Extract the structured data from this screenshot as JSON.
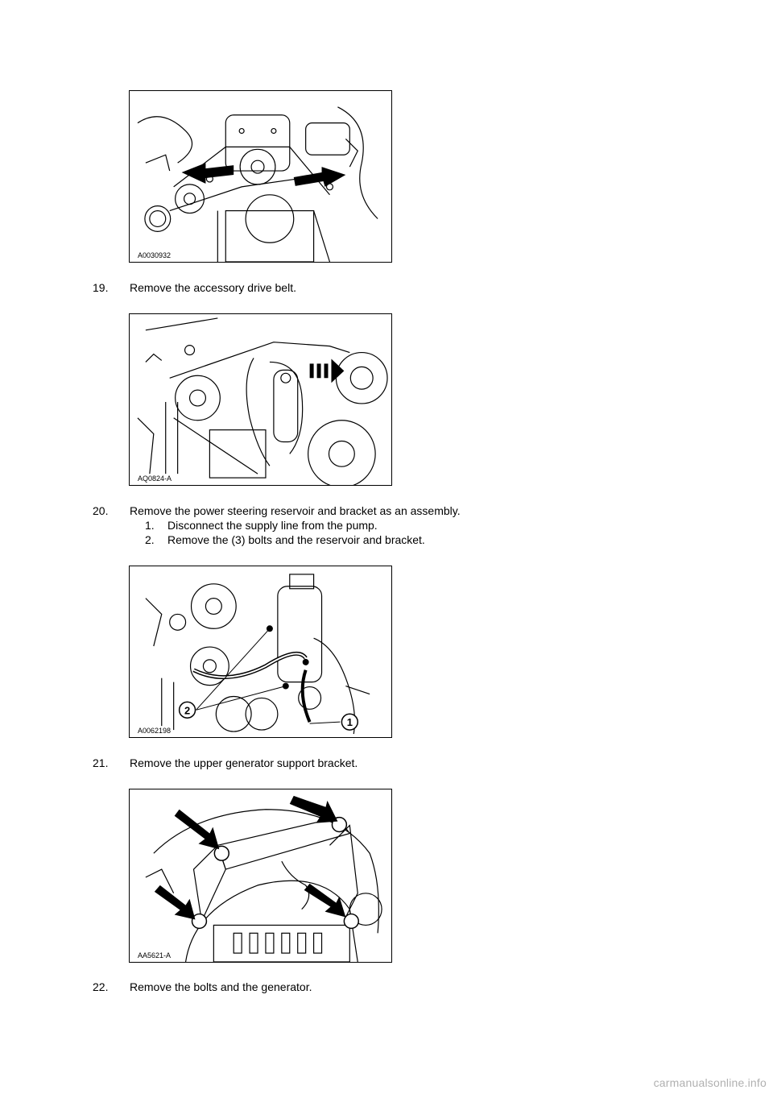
{
  "figures": [
    {
      "label": "A0030932"
    },
    {
      "label": "AQ0824-A"
    },
    {
      "label": "A0062198",
      "callouts": [
        "2",
        "1"
      ]
    },
    {
      "label": "AA5621-A"
    }
  ],
  "steps": [
    {
      "number": "19.",
      "text": "Remove the accessory drive belt."
    },
    {
      "number": "20.",
      "text": "Remove the power steering reservoir and bracket as an assembly.",
      "substeps": [
        {
          "number": "1.",
          "text": "Disconnect the supply line from the pump."
        },
        {
          "number": "2.",
          "text": "Remove the (3) bolts and the reservoir and bracket."
        }
      ]
    },
    {
      "number": "21.",
      "text": "Remove the upper generator support bracket."
    },
    {
      "number": "22.",
      "text": "Remove the bolts and the generator."
    }
  ],
  "footer": "carmanualsonline.info"
}
